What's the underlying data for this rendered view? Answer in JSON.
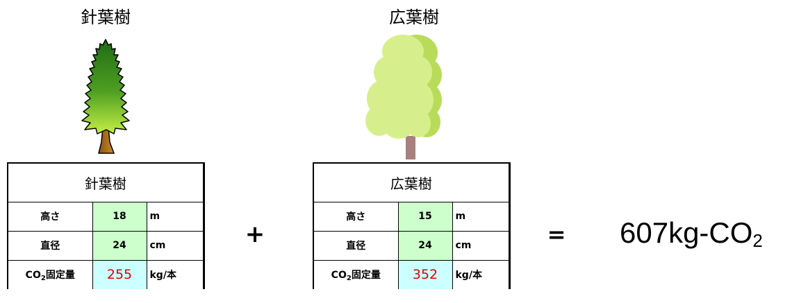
{
  "conifer": {
    "title": "針葉樹",
    "table_title": "針葉樹",
    "height_label": "高さ",
    "height_value": "18",
    "height_unit": "m",
    "diameter_label": "直径",
    "diameter_value": "24",
    "diameter_unit": "cm",
    "co2_label_main": "CO",
    "co2_label_sub": "2",
    "co2_label_rest": "固定量",
    "co2_value": "255",
    "co2_unit": "kg/本",
    "icon": "conifer-tree-icon"
  },
  "broadleaf": {
    "title": "広葉樹",
    "table_title": "広葉樹",
    "height_label": "高さ",
    "height_value": "15",
    "height_unit": "m",
    "diameter_label": "直径",
    "diameter_value": "24",
    "diameter_unit": "cm",
    "co2_label_main": "CO",
    "co2_label_sub": "2",
    "co2_label_rest": "固定量",
    "co2_value": "352",
    "co2_unit": "kg/本",
    "icon": "broadleaf-tree-icon"
  },
  "operators": {
    "plus": "+",
    "equals": "="
  },
  "total": {
    "prefix": "607kg-CO",
    "sub": "2"
  },
  "colors": {
    "input_fill": "#ccffcc",
    "result_fill": "#ccffff",
    "result_text": "#e00000",
    "conifer_green_dark": "#2e7d1e",
    "conifer_green_light": "#b6e63a",
    "trunk_brown": "#a0661c",
    "broadleaf_green": "#d4ee8c",
    "broadleaf_trunk": "#a88080"
  }
}
